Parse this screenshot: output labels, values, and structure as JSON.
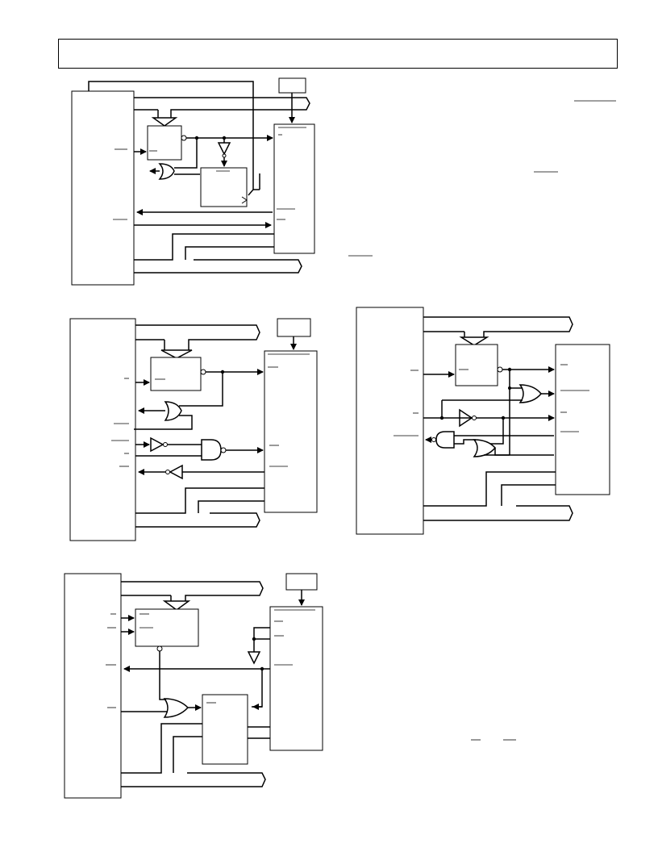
{
  "page": {
    "header_text": "",
    "diagrams": [
      {
        "id": "interface-diagram-1",
        "labels": []
      },
      {
        "id": "interface-diagram-2",
        "labels": []
      },
      {
        "id": "interface-diagram-3",
        "labels": []
      },
      {
        "id": "interface-diagram-4",
        "labels": []
      }
    ]
  },
  "colors": {
    "ink": "#000000",
    "paper": "#ffffff"
  }
}
